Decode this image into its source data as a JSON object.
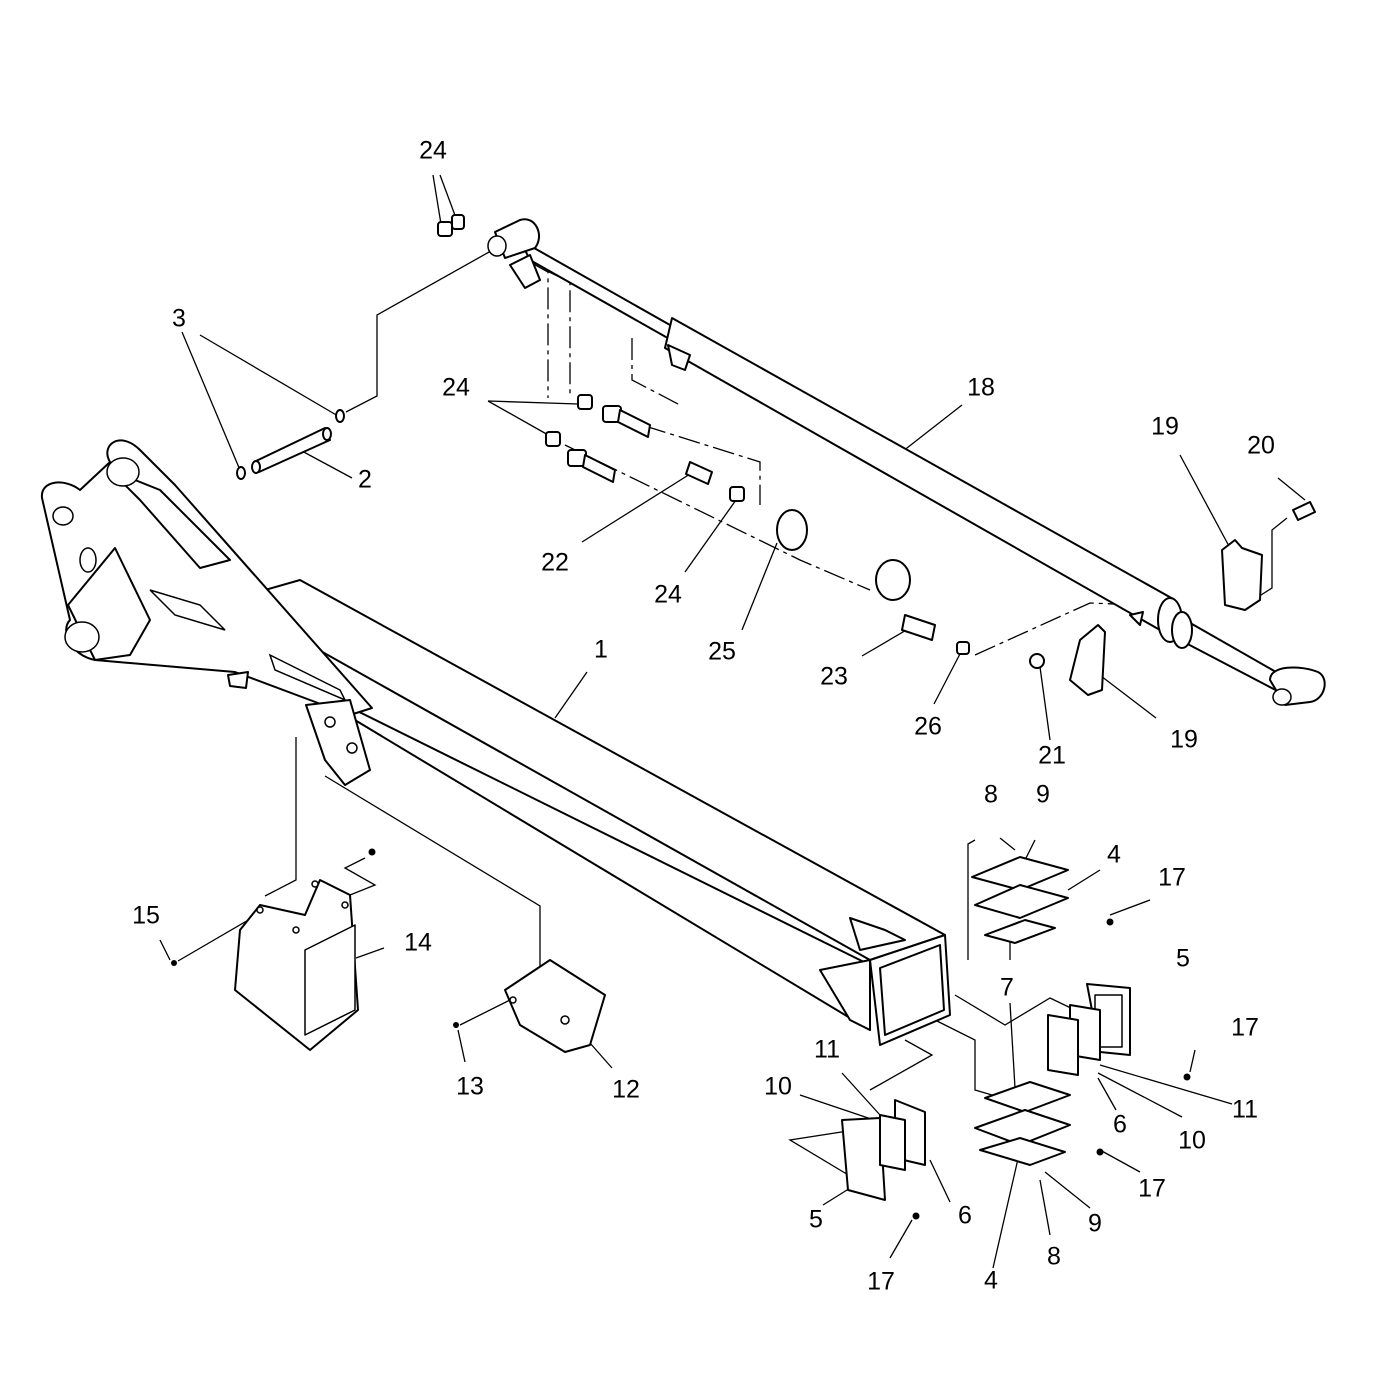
{
  "diagram": {
    "callouts": [
      {
        "id": "c24a",
        "text": "24"
      },
      {
        "id": "c3",
        "text": "3"
      },
      {
        "id": "c24b",
        "text": "24"
      },
      {
        "id": "c18",
        "text": "18"
      },
      {
        "id": "c19a",
        "text": "19"
      },
      {
        "id": "c20",
        "text": "20"
      },
      {
        "id": "c2",
        "text": "2"
      },
      {
        "id": "c22",
        "text": "22"
      },
      {
        "id": "c24c",
        "text": "24"
      },
      {
        "id": "c25",
        "text": "25"
      },
      {
        "id": "c1",
        "text": "1"
      },
      {
        "id": "c23",
        "text": "23"
      },
      {
        "id": "c26",
        "text": "26"
      },
      {
        "id": "c21",
        "text": "21"
      },
      {
        "id": "c19b",
        "text": "19"
      },
      {
        "id": "c8a",
        "text": "8"
      },
      {
        "id": "c9a",
        "text": "9"
      },
      {
        "id": "c4a",
        "text": "4"
      },
      {
        "id": "c17a",
        "text": "17"
      },
      {
        "id": "c15",
        "text": "15"
      },
      {
        "id": "c14",
        "text": "14"
      },
      {
        "id": "c7",
        "text": "7"
      },
      {
        "id": "c5a",
        "text": "5"
      },
      {
        "id": "c17b",
        "text": "17"
      },
      {
        "id": "c13",
        "text": "13"
      },
      {
        "id": "c12",
        "text": "12"
      },
      {
        "id": "c11a",
        "text": "11"
      },
      {
        "id": "c6a",
        "text": "6"
      },
      {
        "id": "c10a",
        "text": "10"
      },
      {
        "id": "c11b",
        "text": "11"
      },
      {
        "id": "c10b",
        "text": "10"
      },
      {
        "id": "c17c",
        "text": "17"
      },
      {
        "id": "c5b",
        "text": "5"
      },
      {
        "id": "c6b",
        "text": "6"
      },
      {
        "id": "c17d",
        "text": "17"
      },
      {
        "id": "c9b",
        "text": "9"
      },
      {
        "id": "c8b",
        "text": "8"
      },
      {
        "id": "c4b",
        "text": "4"
      }
    ]
  }
}
